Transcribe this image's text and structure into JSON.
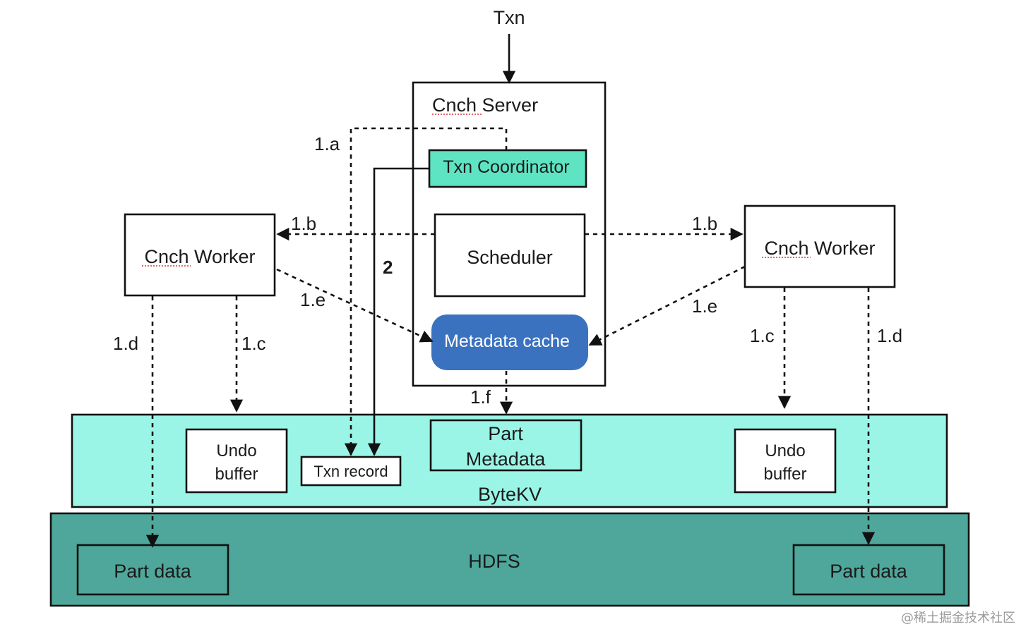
{
  "nodes": {
    "txn": "Txn",
    "cnch_server": "Cnch Server",
    "txn_coordinator": "Txn Coordinator",
    "scheduler": "Scheduler",
    "metadata_cache": "Metadata cache",
    "cnch_worker_left": "Cnch Worker",
    "cnch_worker_right": "Cnch Worker",
    "bytekv": "ByteKV",
    "undo_buffer_left": [
      "Undo",
      "buffer"
    ],
    "undo_buffer_right": [
      "Undo",
      "buffer"
    ],
    "txn_record": "Txn record",
    "part_metadata": [
      "Part",
      "Metadata"
    ],
    "hdfs": "HDFS",
    "part_data_left": "Part data",
    "part_data_right": "Part data"
  },
  "edges": {
    "a": "1.a",
    "b_left": "1.b",
    "b_right": "1.b",
    "c_left": "1.c",
    "c_right": "1.c",
    "d_left": "1.d",
    "d_right": "1.d",
    "e_left": "1.e",
    "e_right": "1.e",
    "f": "1.f",
    "two": "2"
  },
  "colors": {
    "txn_coordinator_fill": "#5ee3c3",
    "metadata_cache_fill": "#3a72bf",
    "bytekv_fill": "#9af5e6",
    "hdfs_fill": "#4ea79a"
  },
  "watermark": "@稀土掘金技术社区"
}
